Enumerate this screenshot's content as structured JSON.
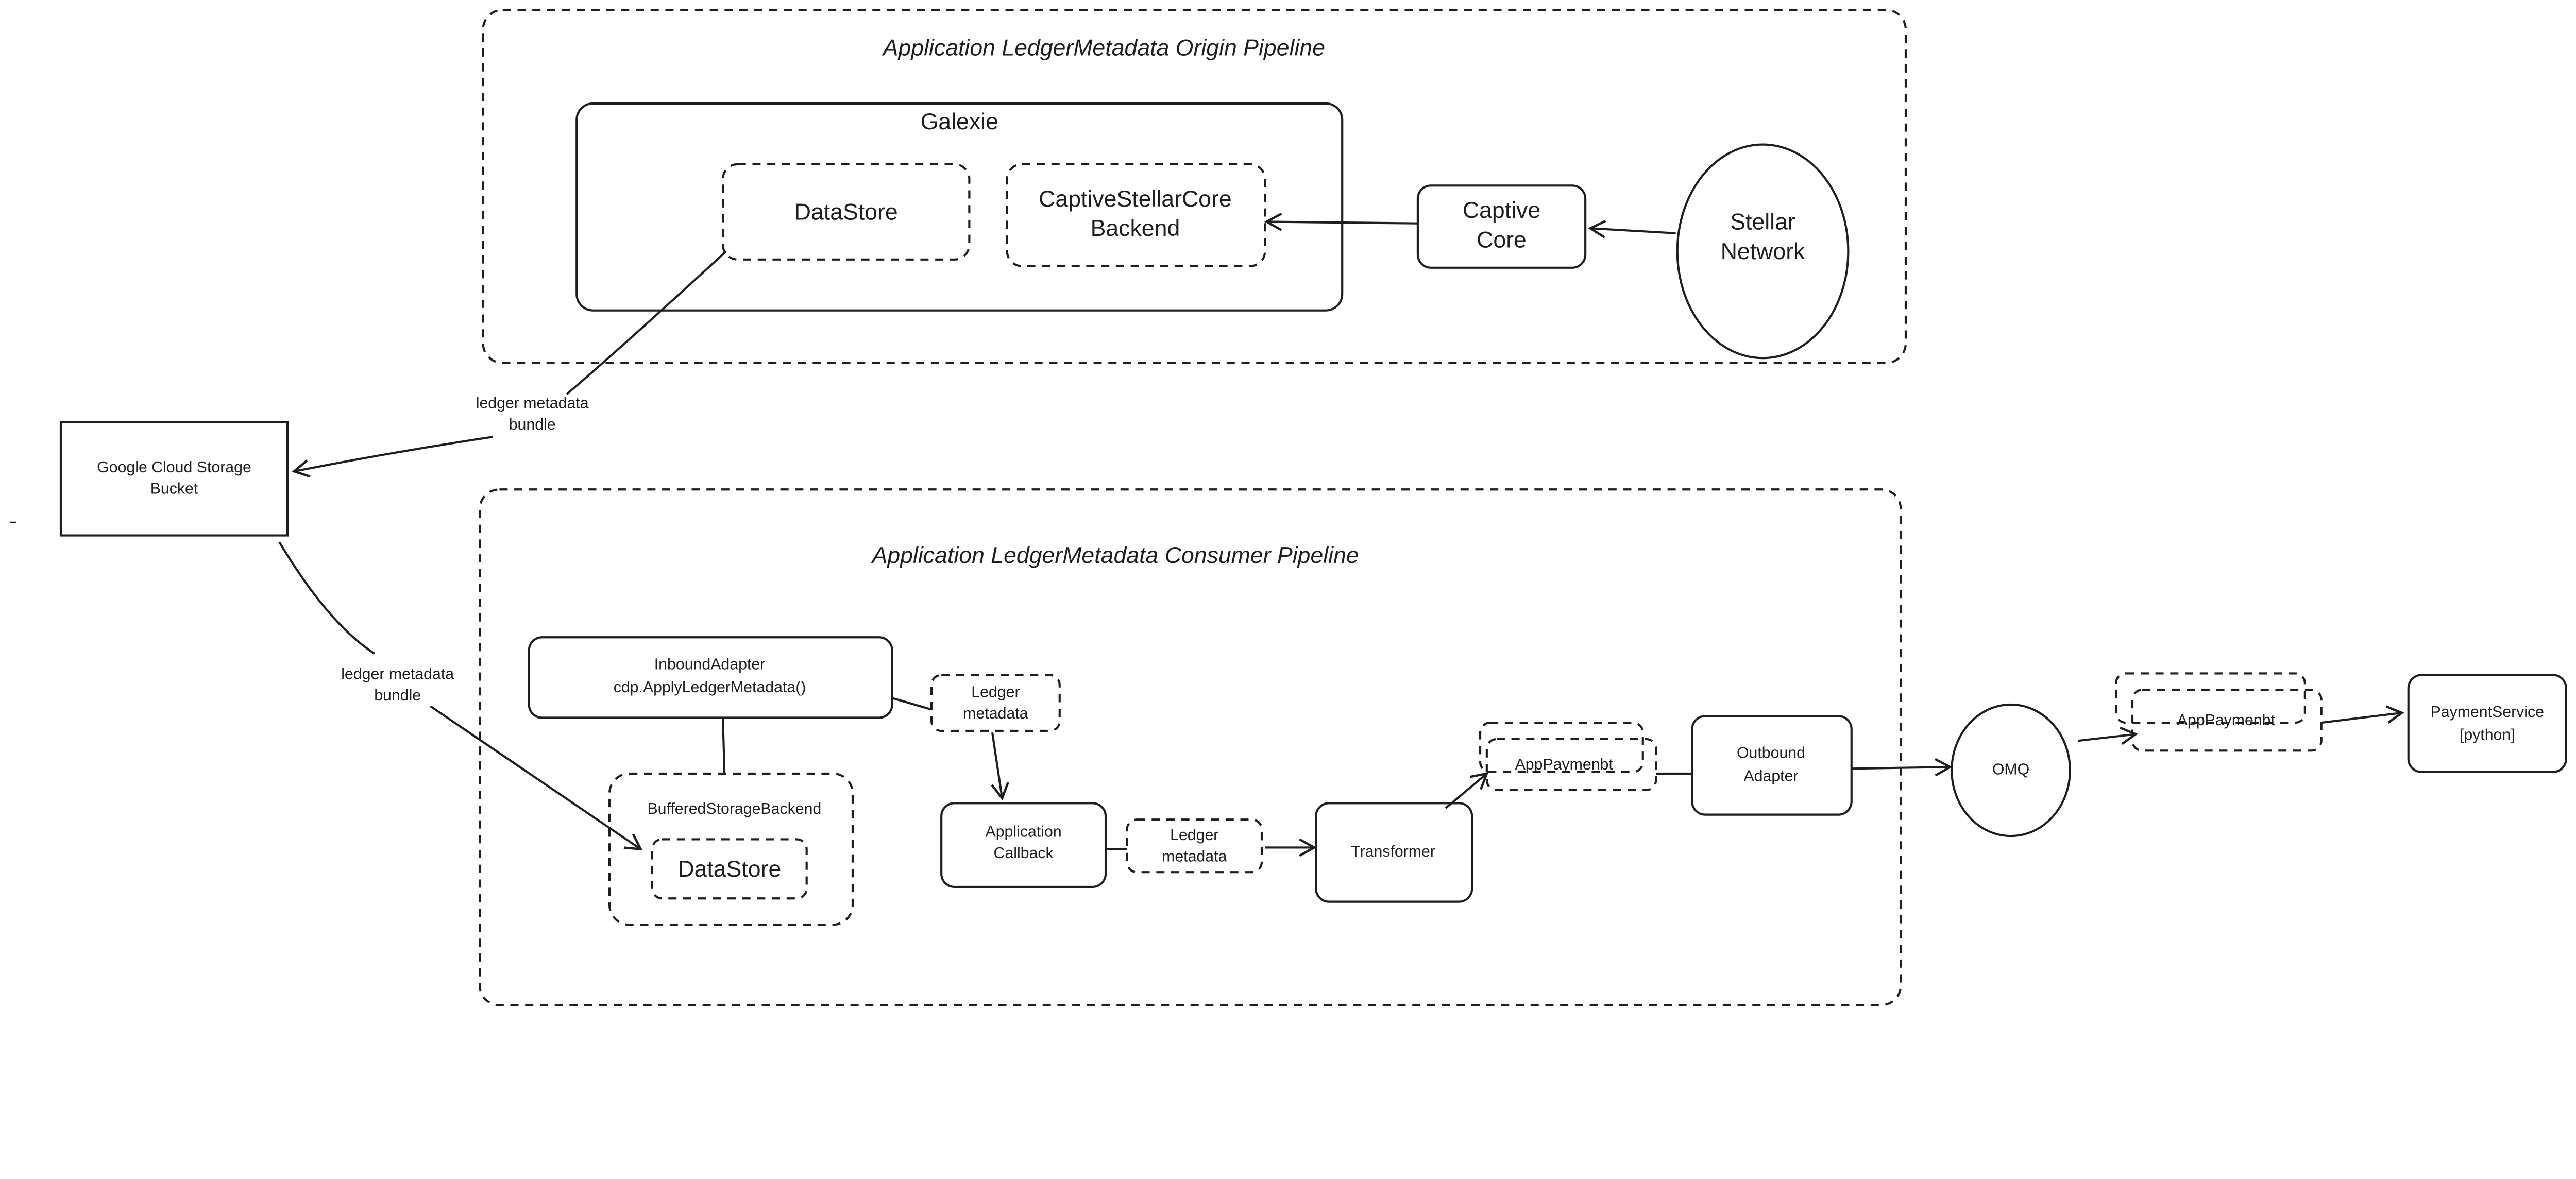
{
  "origin_pipeline": {
    "title": "Application LedgerMetadata Origin Pipeline",
    "galexie": {
      "label": "Galexie",
      "datastore": "DataStore",
      "backend_line1": "CaptiveStellarCore",
      "backend_line2": "Backend"
    },
    "captive_core_line1": "Captive",
    "captive_core_line2": "Core",
    "stellar_network_line1": "Stellar",
    "stellar_network_line2": "Network"
  },
  "gcs_bucket": {
    "line1": "Google Cloud Storage",
    "line2": "Bucket"
  },
  "edges": {
    "upload_label_line1": "ledger metadata",
    "upload_label_line2": "bundle",
    "download_label_line1": "ledger metadata",
    "download_label_line2": "bundle"
  },
  "consumer_pipeline": {
    "title": "Application LedgerMetadata Consumer Pipeline",
    "inbound_adapter_line1": "InboundAdapter",
    "inbound_adapter_line2": "cdp.ApplyLedgerMetadata()",
    "ledger_metadata_1_line1": "Ledger",
    "ledger_metadata_1_line2": "metadata",
    "buffered_backend": "BufferedStorageBackend",
    "datastore": "DataStore",
    "app_callback_line1": "Application",
    "app_callback_line2": "Callback",
    "ledger_metadata_2_line1": "Ledger",
    "ledger_metadata_2_line2": "metadata",
    "transformer": "Transformer",
    "app_payment_1": "AppPaymenbt",
    "outbound_adapter_line1": "Outbound",
    "outbound_adapter_line2": "Adapter"
  },
  "omq": "OMQ",
  "app_payment_2": "AppPaymenbt",
  "payment_service_line1": "PaymentService",
  "payment_service_line2": "[python]"
}
